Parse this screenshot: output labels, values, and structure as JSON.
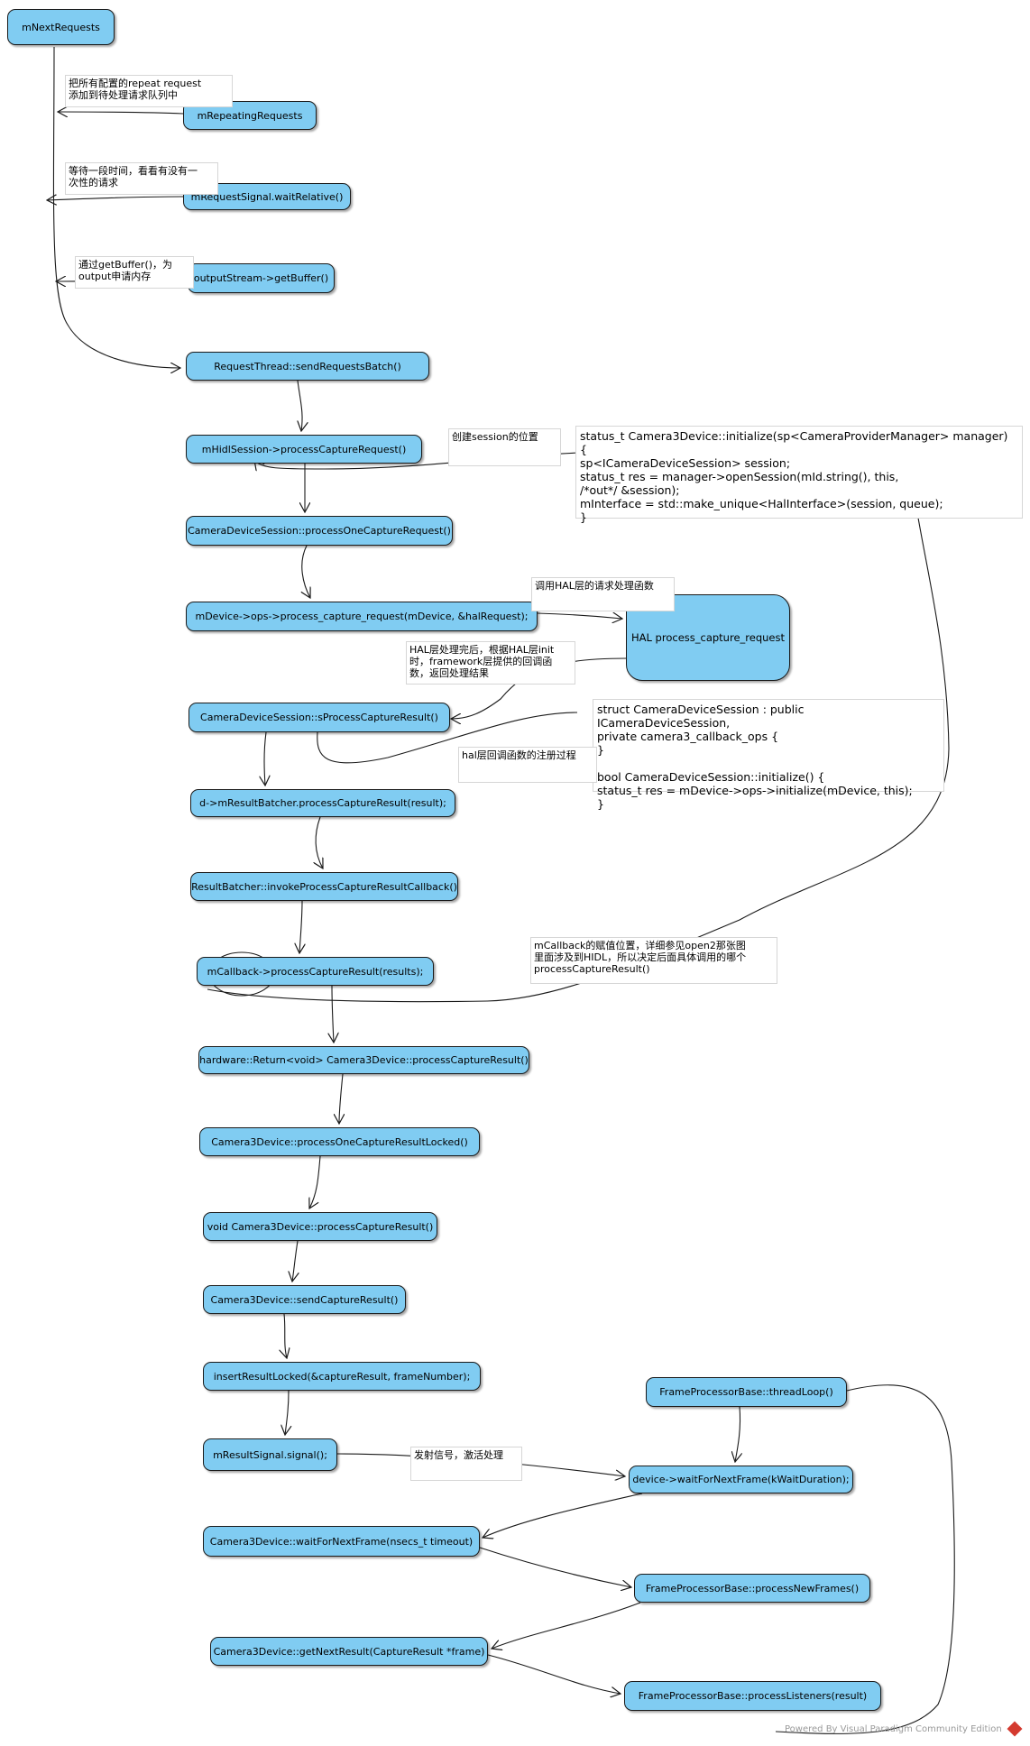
{
  "nodes": [
    {
      "id": "n1",
      "label": "mNextRequests"
    },
    {
      "id": "n2",
      "label": "mRepeatingRequests"
    },
    {
      "id": "n3",
      "label": "mRequestSignal.waitRelative()"
    },
    {
      "id": "n4",
      "label": "outputStream->getBuffer()"
    },
    {
      "id": "n5",
      "label": "RequestThread::sendRequestsBatch()"
    },
    {
      "id": "n6",
      "label": "mHidlSession->processCaptureRequest()"
    },
    {
      "id": "n7",
      "label": "CameraDeviceSession::processOneCaptureRequest()"
    },
    {
      "id": "n8",
      "label": "mDevice->ops->process_capture_request(mDevice, &halRequest);"
    },
    {
      "id": "n9",
      "label": "HAL process_capture_request"
    },
    {
      "id": "n10",
      "label": "CameraDeviceSession::sProcessCaptureResult()"
    },
    {
      "id": "n11",
      "label": "d->mResultBatcher.processCaptureResult(result);"
    },
    {
      "id": "n12",
      "label": "ResultBatcher::invokeProcessCaptureResultCallback()"
    },
    {
      "id": "n13",
      "label": "mCallback->processCaptureResult(results);"
    },
    {
      "id": "n14",
      "label": "hardware::Return<void> Camera3Device::processCaptureResult()"
    },
    {
      "id": "n15",
      "label": "Camera3Device::processOneCaptureResultLocked()"
    },
    {
      "id": "n16",
      "label": "void Camera3Device::processCaptureResult()"
    },
    {
      "id": "n17",
      "label": "Camera3Device::sendCaptureResult()"
    },
    {
      "id": "n18",
      "label": "insertResultLocked(&captureResult, frameNumber);"
    },
    {
      "id": "n19",
      "label": "mResultSignal.signal();"
    },
    {
      "id": "n20",
      "label": "FrameProcessorBase::threadLoop()"
    },
    {
      "id": "n21",
      "label": "device->waitForNextFrame(kWaitDuration);"
    },
    {
      "id": "n22",
      "label": "Camera3Device::waitForNextFrame(nsecs_t timeout)"
    },
    {
      "id": "n23",
      "label": "FrameProcessorBase::processNewFrames()"
    },
    {
      "id": "n24",
      "label": "Camera3Device::getNextResult(CaptureResult *frame)"
    },
    {
      "id": "n25",
      "label": "FrameProcessorBase::processListeners(result)"
    }
  ],
  "notes": [
    {
      "id": "t1",
      "text": "把所有配置的repeat request\n添加到待处理请求队列中"
    },
    {
      "id": "t2",
      "text": "等待一段时间，看看有没有一\n次性的请求"
    },
    {
      "id": "t3",
      "text": "通过getBuffer()，为\noutput申请内存"
    },
    {
      "id": "t4",
      "text": "创建session的位置"
    },
    {
      "id": "t5",
      "text": "status_t Camera3Device::initialize(sp<CameraProviderManager> manager) {\nsp<ICameraDeviceSession> session;\nstatus_t res = manager->openSession(mId.string(), this,\n/*out*/ &session);\nmInterface = std::make_unique<HalInterface>(session, queue);\n}"
    },
    {
      "id": "t6",
      "text": "调用HAL层的请求处理函数"
    },
    {
      "id": "t7",
      "text": "HAL层处理完后，根据HAL层init\n时，framework层提供的回调函\n数，返回处理结果"
    },
    {
      "id": "t8",
      "text": "struct CameraDeviceSession : public ICameraDeviceSession,\nprivate camera3_callback_ops {\n}\n\nbool CameraDeviceSession::initialize() {\nstatus_t res = mDevice->ops->initialize(mDevice, this);\n}"
    },
    {
      "id": "t9",
      "text": "hal层回调函数的注册过程"
    },
    {
      "id": "t10",
      "text": "mCallback的赋值位置，详细参见open2那张图\n里面涉及到HIDL，所以决定后面具体调用的哪个\nprocessCaptureResult()"
    },
    {
      "id": "t11",
      "text": "发射信号，激活处理"
    }
  ],
  "footer": "Powered By Visual Paradigm Community Edition",
  "colors": {
    "node_fill": "#80ccf2",
    "node_border": "#1a1a1a",
    "edge": "#1a1a1a",
    "note_border": "#d6d6d6"
  }
}
